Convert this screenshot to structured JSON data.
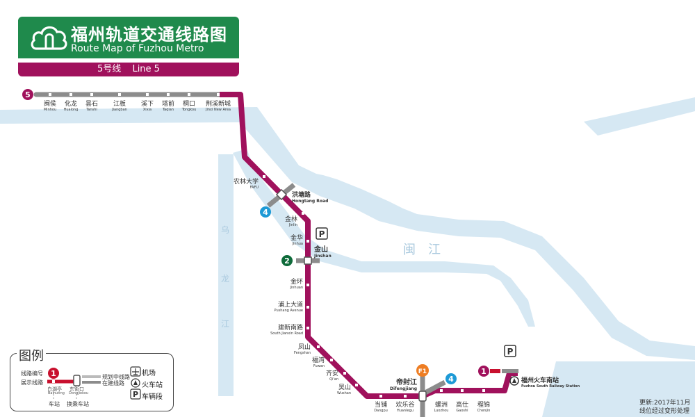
{
  "header": {
    "title_cn": "福州轨道交通线路图",
    "title_en": "Route Map of Fuzhou Metro",
    "line_cn": "5号线",
    "line_en": "Line 5"
  },
  "colors": {
    "line5": "#a0115c",
    "planned": "#8c8c8c",
    "water": "#d6e8f3",
    "header_green": "#1f8a4c",
    "line1": "#c8102e",
    "line2": "#0f6b3a",
    "line4": "#1e9ad6",
    "lineF1": "#ee7d22"
  },
  "rivers": {
    "min_river": "闽　江",
    "wulong_river": [
      "乌",
      "龙",
      "江"
    ]
  },
  "line_badges": {
    "line5": "5",
    "line4": "4",
    "line2": "2",
    "line1": "1",
    "lineF1": "F1"
  },
  "parking_symbol": "P",
  "stations": [
    {
      "id": "minhou",
      "cn": "闽侯",
      "en": "Minhou",
      "planned": true
    },
    {
      "id": "hualong",
      "cn": "化龙",
      "en": "Hualong",
      "planned": true
    },
    {
      "id": "tanshi",
      "cn": "昙石",
      "en": "Tanshi",
      "planned": true
    },
    {
      "id": "jiangban",
      "cn": "江板",
      "en": "Jiangban",
      "planned": true
    },
    {
      "id": "xixia",
      "cn": "溪下",
      "en": "Xixia",
      "planned": true
    },
    {
      "id": "taqian",
      "cn": "塔前",
      "en": "Taqian",
      "planned": true
    },
    {
      "id": "tongkou",
      "cn": "桐口",
      "en": "Tongkou",
      "planned": true
    },
    {
      "id": "jinxi",
      "cn": "荆溪新城",
      "en": "Jinxi New Area",
      "planned": true
    },
    {
      "id": "fafu",
      "cn": "农林大学",
      "en": "FAFU"
    },
    {
      "id": "hongtang",
      "cn": "洪塘路",
      "en": "Hongtang Road",
      "transfer": true
    },
    {
      "id": "jinlin",
      "cn": "金林",
      "en": "Jinlin"
    },
    {
      "id": "jinhua",
      "cn": "金华",
      "en": "Jinhua"
    },
    {
      "id": "jinshan",
      "cn": "金山",
      "en": "Jinshan",
      "transfer": true
    },
    {
      "id": "jinhuan",
      "cn": "金环",
      "en": "Jinhuan"
    },
    {
      "id": "pushang",
      "cn": "浦上大道",
      "en": "Pushang Avenue"
    },
    {
      "id": "jianxin",
      "cn": "建新南路",
      "en": "South Jianxin Road"
    },
    {
      "id": "fengshan",
      "cn": "凤山",
      "en": "Fengshan"
    },
    {
      "id": "fuwan",
      "cn": "福湾",
      "en": "Fuwan"
    },
    {
      "id": "qian",
      "cn": "齐安",
      "en": "Qi'an"
    },
    {
      "id": "wushan",
      "cn": "吴山",
      "en": "Wushan"
    },
    {
      "id": "dangpu",
      "cn": "当铺",
      "en": "Dangpu"
    },
    {
      "id": "huanlegu",
      "cn": "欢乐谷",
      "en": "Huanlegu"
    },
    {
      "id": "difengjiang",
      "cn": "帝封江",
      "en": "Difengjiang",
      "transfer": true
    },
    {
      "id": "luozhou",
      "cn": "螺洲",
      "en": "Luozhou"
    },
    {
      "id": "gaoshi",
      "cn": "高仕",
      "en": "Gaoshi"
    },
    {
      "id": "chenjin",
      "cn": "程锦",
      "en": "Chenjin"
    },
    {
      "id": "fzsouth",
      "cn": "福州火车南站",
      "en": "Fuzhou South Railway Station",
      "transfer": true
    }
  ],
  "legend": {
    "title": "图例",
    "line_number": "线路编号",
    "shown_line": "展示线路",
    "station": "车站",
    "transfer_station": "换乘车站",
    "sample_station_1_cn": "白湖亭",
    "sample_station_1_en": "Baihuting",
    "sample_station_2_cn": "东街口",
    "sample_station_2_en": "Dongjiekou",
    "planned_line": "规划中线路",
    "under_construction": "在建线路",
    "airport": "机场",
    "railway_station": "火车站",
    "depot": "车辆段",
    "badge": "1"
  },
  "update_note": {
    "date": "更新:2017年11月",
    "distortion": "线位经过变形处理"
  }
}
